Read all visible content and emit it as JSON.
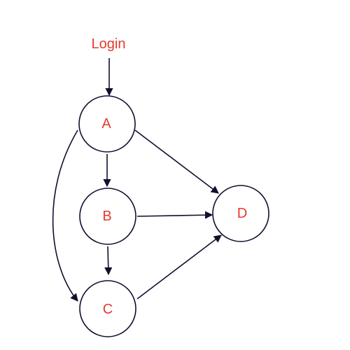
{
  "diagram": {
    "start_label": "Login",
    "nodes": [
      {
        "id": "A",
        "label": "A"
      },
      {
        "id": "B",
        "label": "B"
      },
      {
        "id": "C",
        "label": "C"
      },
      {
        "id": "D",
        "label": "D"
      }
    ],
    "edges": [
      {
        "from": "Login",
        "to": "A"
      },
      {
        "from": "A",
        "to": "B"
      },
      {
        "from": "A",
        "to": "C"
      },
      {
        "from": "A",
        "to": "D"
      },
      {
        "from": "B",
        "to": "C"
      },
      {
        "from": "B",
        "to": "D"
      },
      {
        "from": "C",
        "to": "D"
      }
    ],
    "colors": {
      "label": "#e8392e",
      "stroke": "#0f0f2e",
      "node_fill": "#ffffff"
    }
  }
}
